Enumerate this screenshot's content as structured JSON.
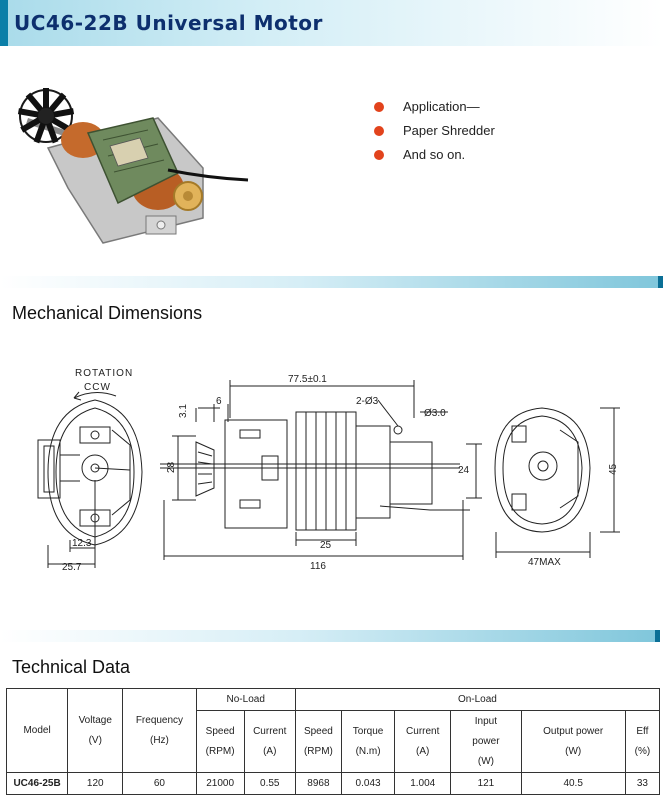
{
  "header": {
    "title": "UC46-22B Universal Motor"
  },
  "applications": [
    "Application—",
    "Paper Shredder",
    "And so on."
  ],
  "sections": {
    "mechanical": "Mechanical Dimensions",
    "technical": "Technical Data"
  },
  "drawing": {
    "rotation": "ROTATION",
    "direction": "CCW",
    "dims": {
      "d775": "77.5±0.1",
      "d23": "2-Ø3",
      "d30": "Ø3.0",
      "d31": "3.1",
      "d6": "6",
      "d28": "28",
      "d24": "24",
      "d45": "45",
      "d123": "12.3",
      "d257": "25.7",
      "d25": "25",
      "d116": "116",
      "d47": "47MAX"
    }
  },
  "table": {
    "groups": {
      "noload": "No-Load",
      "onload": "On-Load"
    },
    "headers": {
      "model": "Model",
      "voltage": "Voltage",
      "voltage_unit": "(V)",
      "frequency": "Frequency",
      "frequency_unit": "(Hz)",
      "nl_speed": "Speed",
      "nl_speed_unit": "(RPM)",
      "nl_current": "Current",
      "nl_current_unit": "(A)",
      "ol_speed": "Speed",
      "ol_speed_unit": "(RPM)",
      "torque": "Torque",
      "torque_unit": "(N.m)",
      "ol_current": "Current",
      "ol_current_unit": "(A)",
      "input1": "Input",
      "input2": "power",
      "input_unit": "(W)",
      "output": "Output power",
      "output_unit": "(W)",
      "eff": "Eff",
      "eff_unit": "(%)"
    },
    "row": {
      "model": "UC46-25B",
      "voltage": "120",
      "frequency": "60",
      "nl_speed": "21000",
      "nl_current": "0.55",
      "ol_speed": "8968",
      "torque": "0.043",
      "ol_current": "1.004",
      "input": "121",
      "output": "40.5",
      "eff": "33"
    }
  }
}
